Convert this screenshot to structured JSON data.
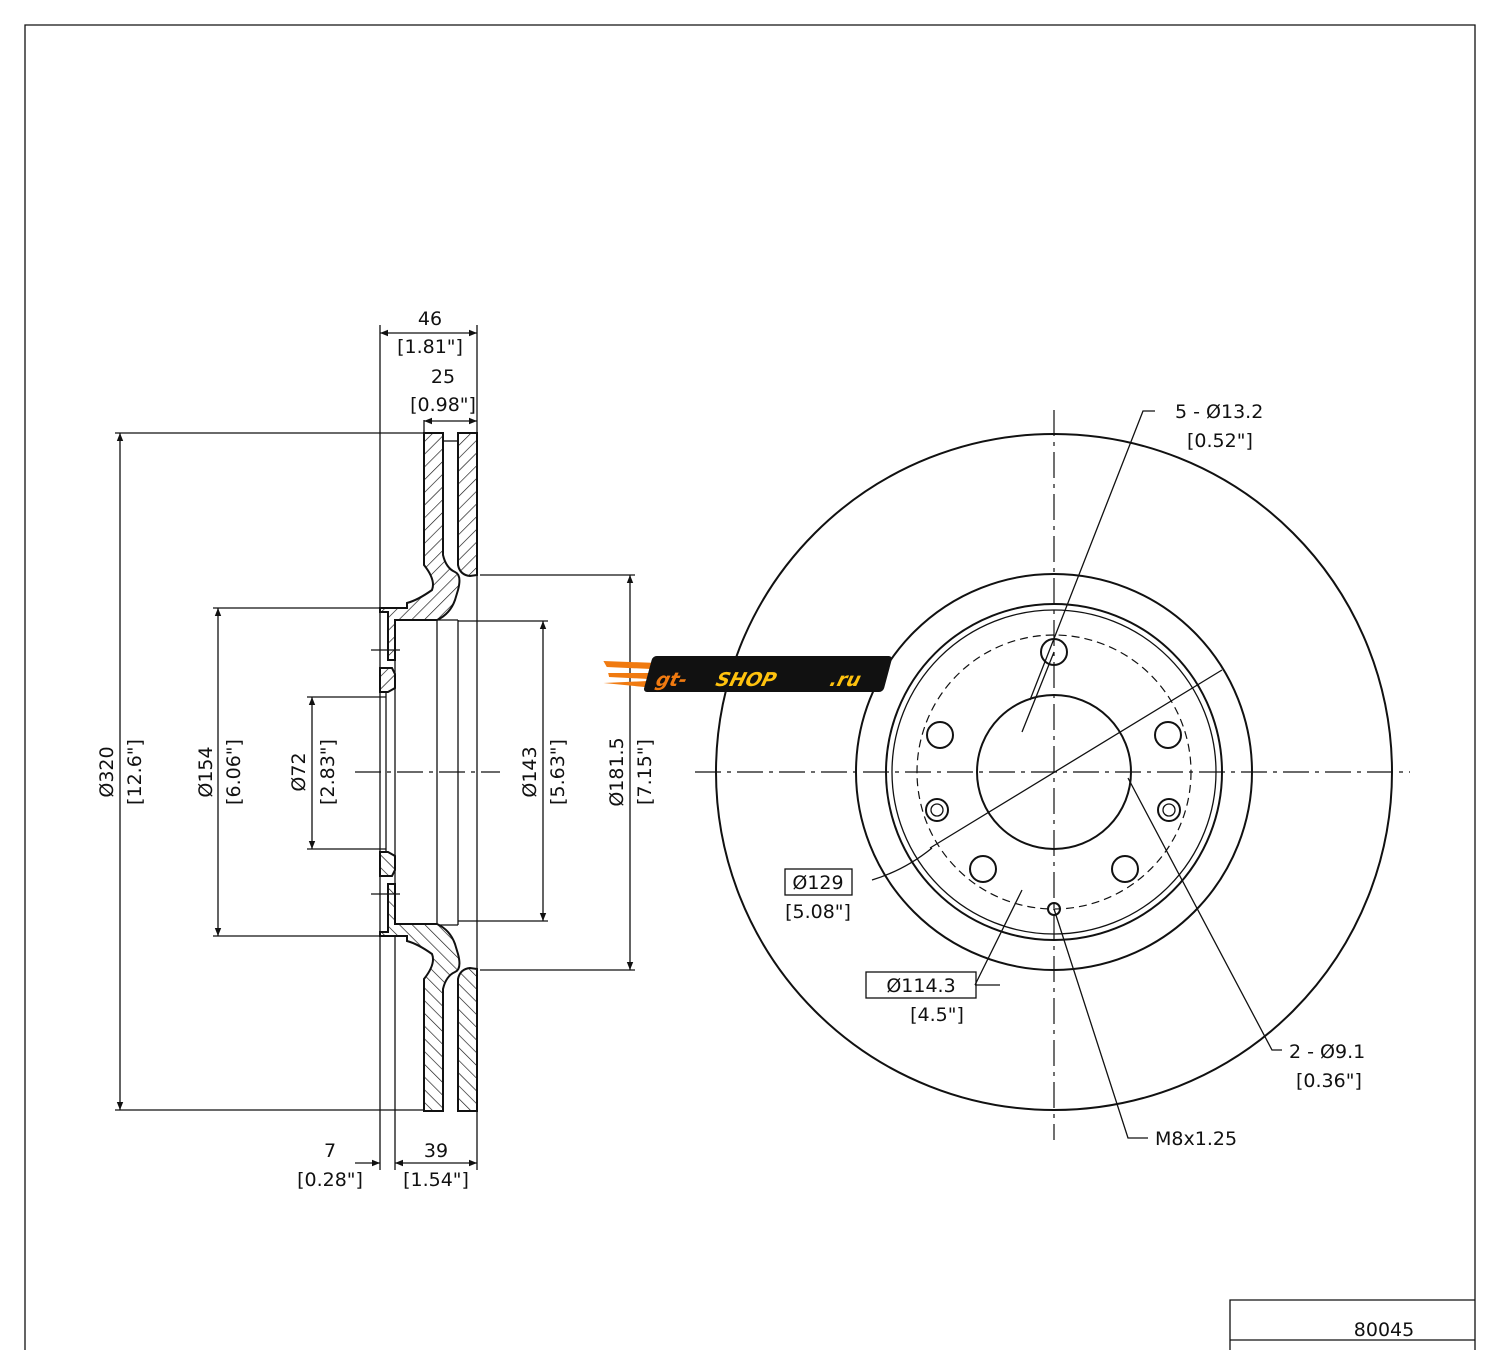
{
  "drawing": {
    "part_number": "80045",
    "logo_text": "gt-shop.ru",
    "side_view": {
      "overall_width": {
        "mm": "46",
        "in": "[1.81\"]"
      },
      "disc_thickness": {
        "mm": "25",
        "in": "[0.98\"]"
      },
      "outer_diameter": {
        "mm": "Ø320",
        "in": "[12.6\"]"
      },
      "hat_outer_diameter": {
        "mm": "Ø154",
        "in": "[6.06\"]"
      },
      "center_bore": {
        "mm": "Ø72",
        "in": "[2.83\"]"
      },
      "inner_diameter": {
        "mm": "Ø143",
        "in": "[5.63\"]"
      },
      "friction_inner_diameter": {
        "mm": "Ø181.5",
        "in": "[7.15\"]"
      },
      "hat_thickness": {
        "mm": "7",
        "in": "[0.28\"]"
      },
      "hat_height": {
        "mm": "39",
        "in": "[1.54\"]"
      }
    },
    "front_view": {
      "bolt_holes": {
        "mm": "5 - Ø13.2",
        "in": "[0.52\"]"
      },
      "bolt_circle_a": {
        "mm": "Ø129",
        "in": "[5.08\"]"
      },
      "bolt_circle_b": {
        "mm": "Ø114.3",
        "in": "[4.5\"]"
      },
      "locator_holes": {
        "mm": "2 - Ø9.1",
        "in": "[0.36\"]"
      },
      "thread": "M8x1.25"
    },
    "colors": {
      "line": "#111111",
      "logo_orange": "#f07a10",
      "logo_yellow": "#ffc20e"
    }
  }
}
